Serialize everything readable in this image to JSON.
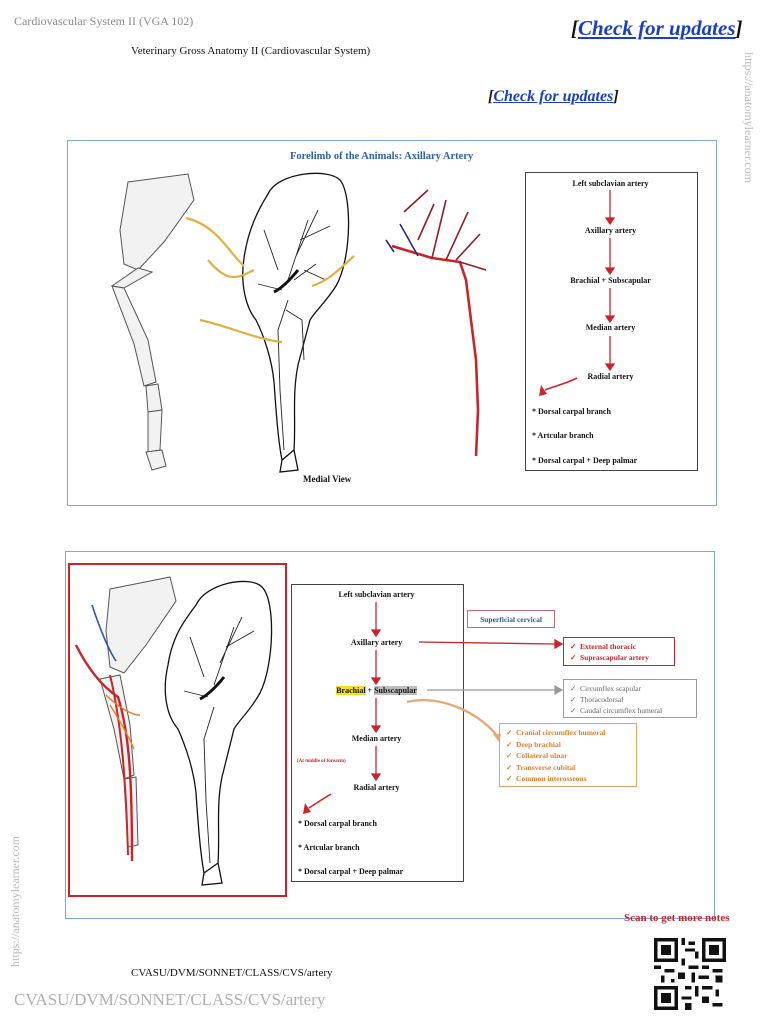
{
  "header": {
    "course": "Cardiovascular System II  (VGA 102)",
    "subtitle": "Veterinary Gross Anatomy II (Cardiovascular System)",
    "updates_large": "Check for updates",
    "updates_small": "Check for updates"
  },
  "watermark": {
    "url": "https://anatomylearner.com"
  },
  "panel1": {
    "title": "Forelimb of the Animals: Axillary Artery",
    "view_label": "Medial View",
    "flow": [
      "Left subclavian artery",
      "Axillary artery",
      "Brachial + Subscapular",
      "Median artery",
      "Radial artery"
    ],
    "branches": [
      "* Dorsal carpal branch",
      "* Artcular branch",
      "* Dorsal carpal + Deep palmar"
    ]
  },
  "panel2": {
    "flow": [
      "Left subclavian artery",
      "Axillary artery",
      "Median artery",
      "Radial artery"
    ],
    "brachial_label": "Brachial",
    "plus": " + ",
    "subscapular_label": "Subscapular",
    "forearm_note": "(At middle of forearm)",
    "branches": [
      "* Dorsal carpal branch",
      "* Artcular branch",
      "* Dorsal carpal + Deep palmar"
    ],
    "superficial_cervical": "Superficial cervical",
    "axillary_branches": [
      "External thoracic",
      "Suprascapular artery"
    ],
    "subscapular_branches": [
      "Circumflex scapular",
      "Thoracodorsal",
      "Caudal circumflex humeral"
    ],
    "brachial_branches": [
      "Cranial circumflex humeral",
      "Deep brachial",
      "Collateral ulnar",
      "Transverse cubital",
      "Common interosseous"
    ],
    "check": "✓"
  },
  "footer": {
    "scan_text": "Scan to get more notes",
    "path": "CVASU/DVM/SONNET/CLASS/CVS/artery",
    "path_grey": "CVASU/DVM/SONNET/CLASS/CVS/artery"
  },
  "colors": {
    "panel_border": "#7ea6d6",
    "title_blue": "#2c62a8",
    "red": "#c8252b",
    "orange": "#e08030",
    "gold": "#e0b040",
    "link": "#1a3fbf"
  }
}
